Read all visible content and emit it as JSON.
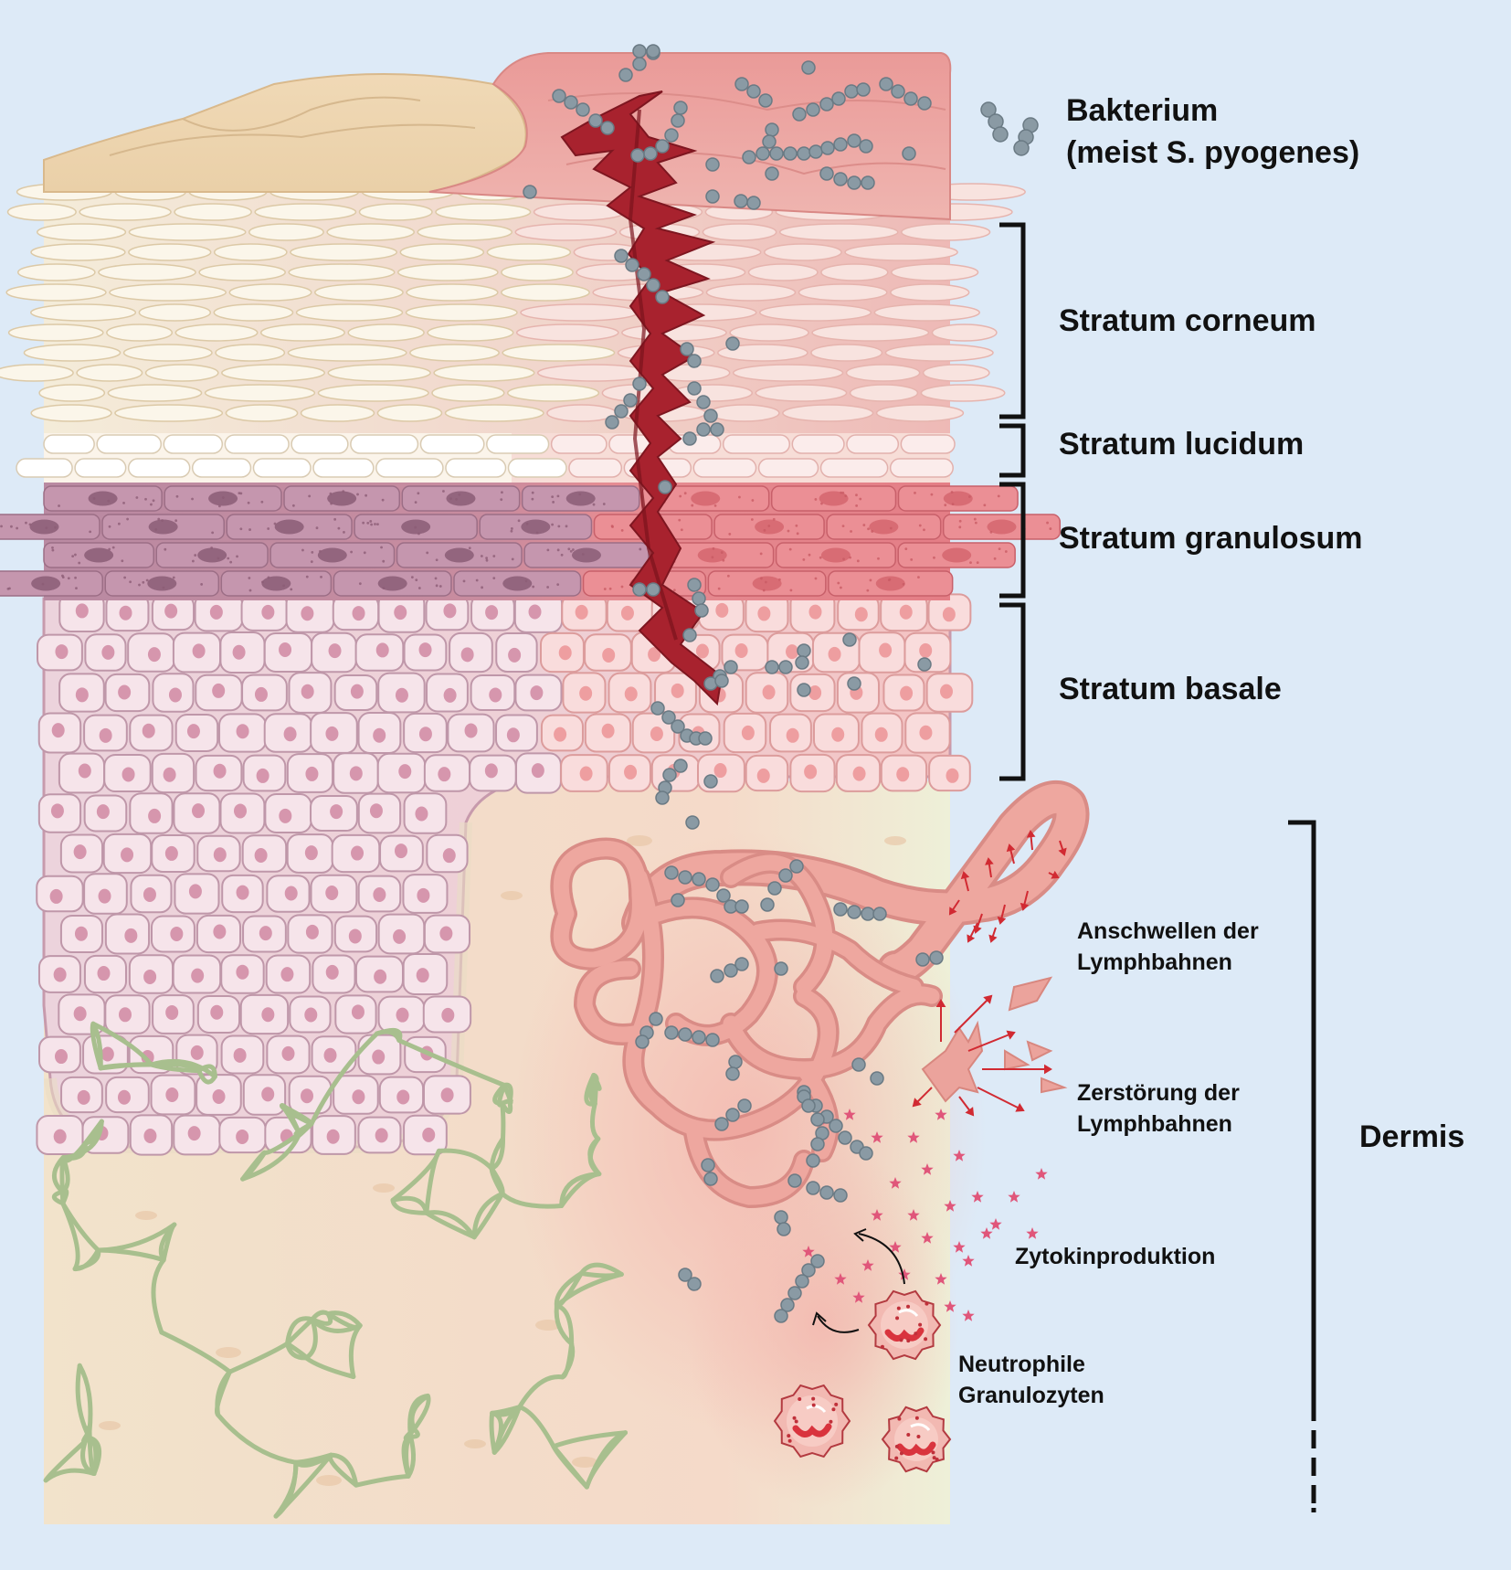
{
  "legend": {
    "bacterium_line1": "Bakterium",
    "bacterium_line2": "(meist S. pyogenes)"
  },
  "layers": {
    "corneum": "Stratum corneum",
    "lucidum": "Stratum lucidum",
    "granulosum": "Stratum granulosum",
    "basale": "Stratum basale",
    "dermis": "Dermis"
  },
  "annotations": {
    "swelling_line1": "Anschwellen der",
    "swelling_line2": "Lymphbahnen",
    "destruction_line1": "Zerstörung der",
    "destruction_line2": "Lymphbahnen",
    "cytokine": "Zytokinproduktion",
    "neutrophil_line1": "Neutrophile",
    "neutrophil_line2": "Granulozyten"
  },
  "colors": {
    "background": "#ddeaf7",
    "corneum_healthy": "#f4ecd9",
    "corneum_inflamed": "#f0c8c4",
    "granulosum_healthy": "#b98aa2",
    "granulosum_inflamed": "#e07f86",
    "basale_healthy": "#ecd2dc",
    "basale_inflamed": "#f3c6c6",
    "dermis": "#f3e3c9",
    "lymph": "#eea79f",
    "wound": "#a8222e",
    "bacterium": "#8a9aa4",
    "fibers": "#a8bf8e",
    "neutrophil": "#d9343e",
    "cytokine": "#e0567a"
  }
}
